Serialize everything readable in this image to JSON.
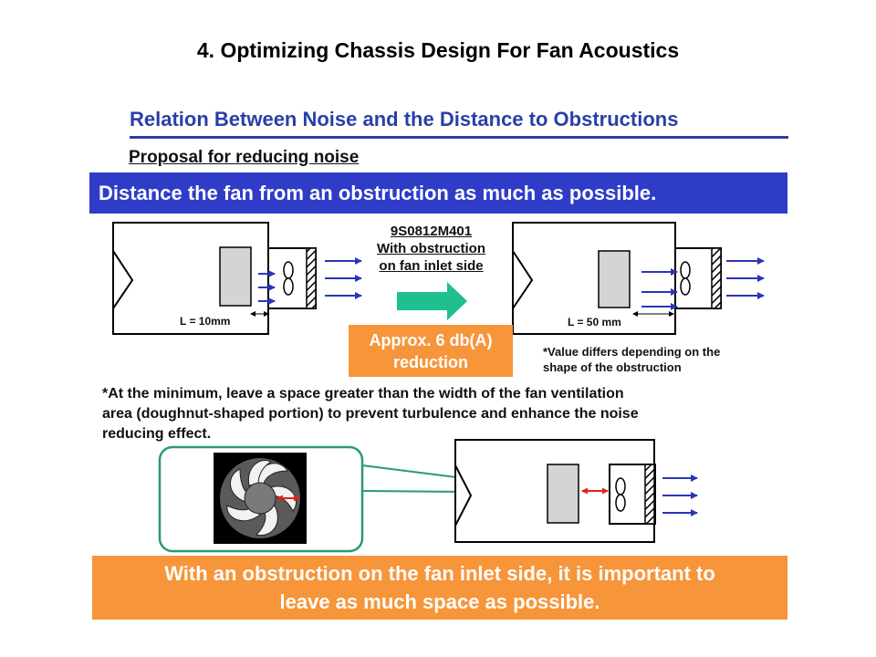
{
  "slide": {
    "title": "4. Optimizing Chassis Design For Fan Acoustics"
  },
  "section": {
    "subtitle": "Relation Between Noise and the Distance to Obstructions",
    "proposal_label": "Proposal for reducing noise",
    "banner_text": "Distance the fan from an obstruction as much as possible."
  },
  "comparison": {
    "left_distance_label": "L = 10mm",
    "right_distance_label": "L = 50 mm",
    "model_line1": "9S0812M401",
    "model_line2": "With obstruction",
    "model_line3": "on fan inlet side",
    "reduction_line1": "Approx. 6 db(A)",
    "reduction_line2": "reduction",
    "value_note_line1": "*Value differs depending on the",
    "value_note_line2": "shape of the obstruction"
  },
  "notes": {
    "minimum_line1": "*At the minimum, leave a space greater than the width of the fan ventilation",
    "minimum_line2": "area (doughnut-shaped portion) to prevent turbulence and enhance the noise",
    "minimum_line3": "reducing effect."
  },
  "conclusion": {
    "line1": "With an obstruction on the fan inlet side, it is important to",
    "line2": "leave as much space as possible."
  },
  "colors": {
    "title_blue": "#2a3fa7",
    "banner_blue": "#2f3cc8",
    "orange": "#f7953a",
    "arrow_green": "#1fbf8f",
    "callout_green": "#2a9a6e",
    "flow_arrow": "#2b35b8",
    "gap_arrow": "#e0201b"
  },
  "icons": {
    "fan": "fan-icon",
    "obstruction": "obstruction-block",
    "inlet_grille": "fan-grille",
    "chassis": "chassis-box"
  }
}
